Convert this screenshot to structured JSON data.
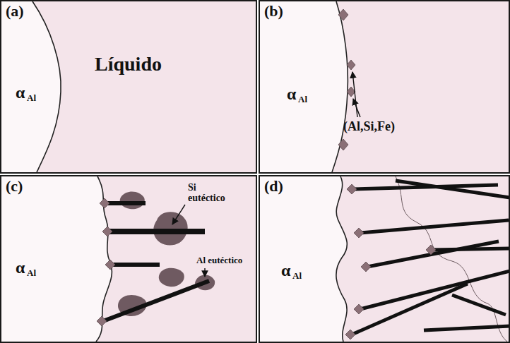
{
  "diagram": {
    "nodes": [
      {
        "text": [
          "(a)",
          "α",
          "Al",
          "Líquido"
        ]
      },
      {
        "text": [
          "(b)",
          "α",
          "Al",
          "(Al,Si,Fe)"
        ]
      },
      {
        "text": [
          "(c)",
          "α",
          "Al",
          "Si eutéctico",
          "Al eutéctico"
        ]
      },
      {
        "text": [
          "(d)",
          "α",
          "Al"
        ]
      }
    ]
  }
}
